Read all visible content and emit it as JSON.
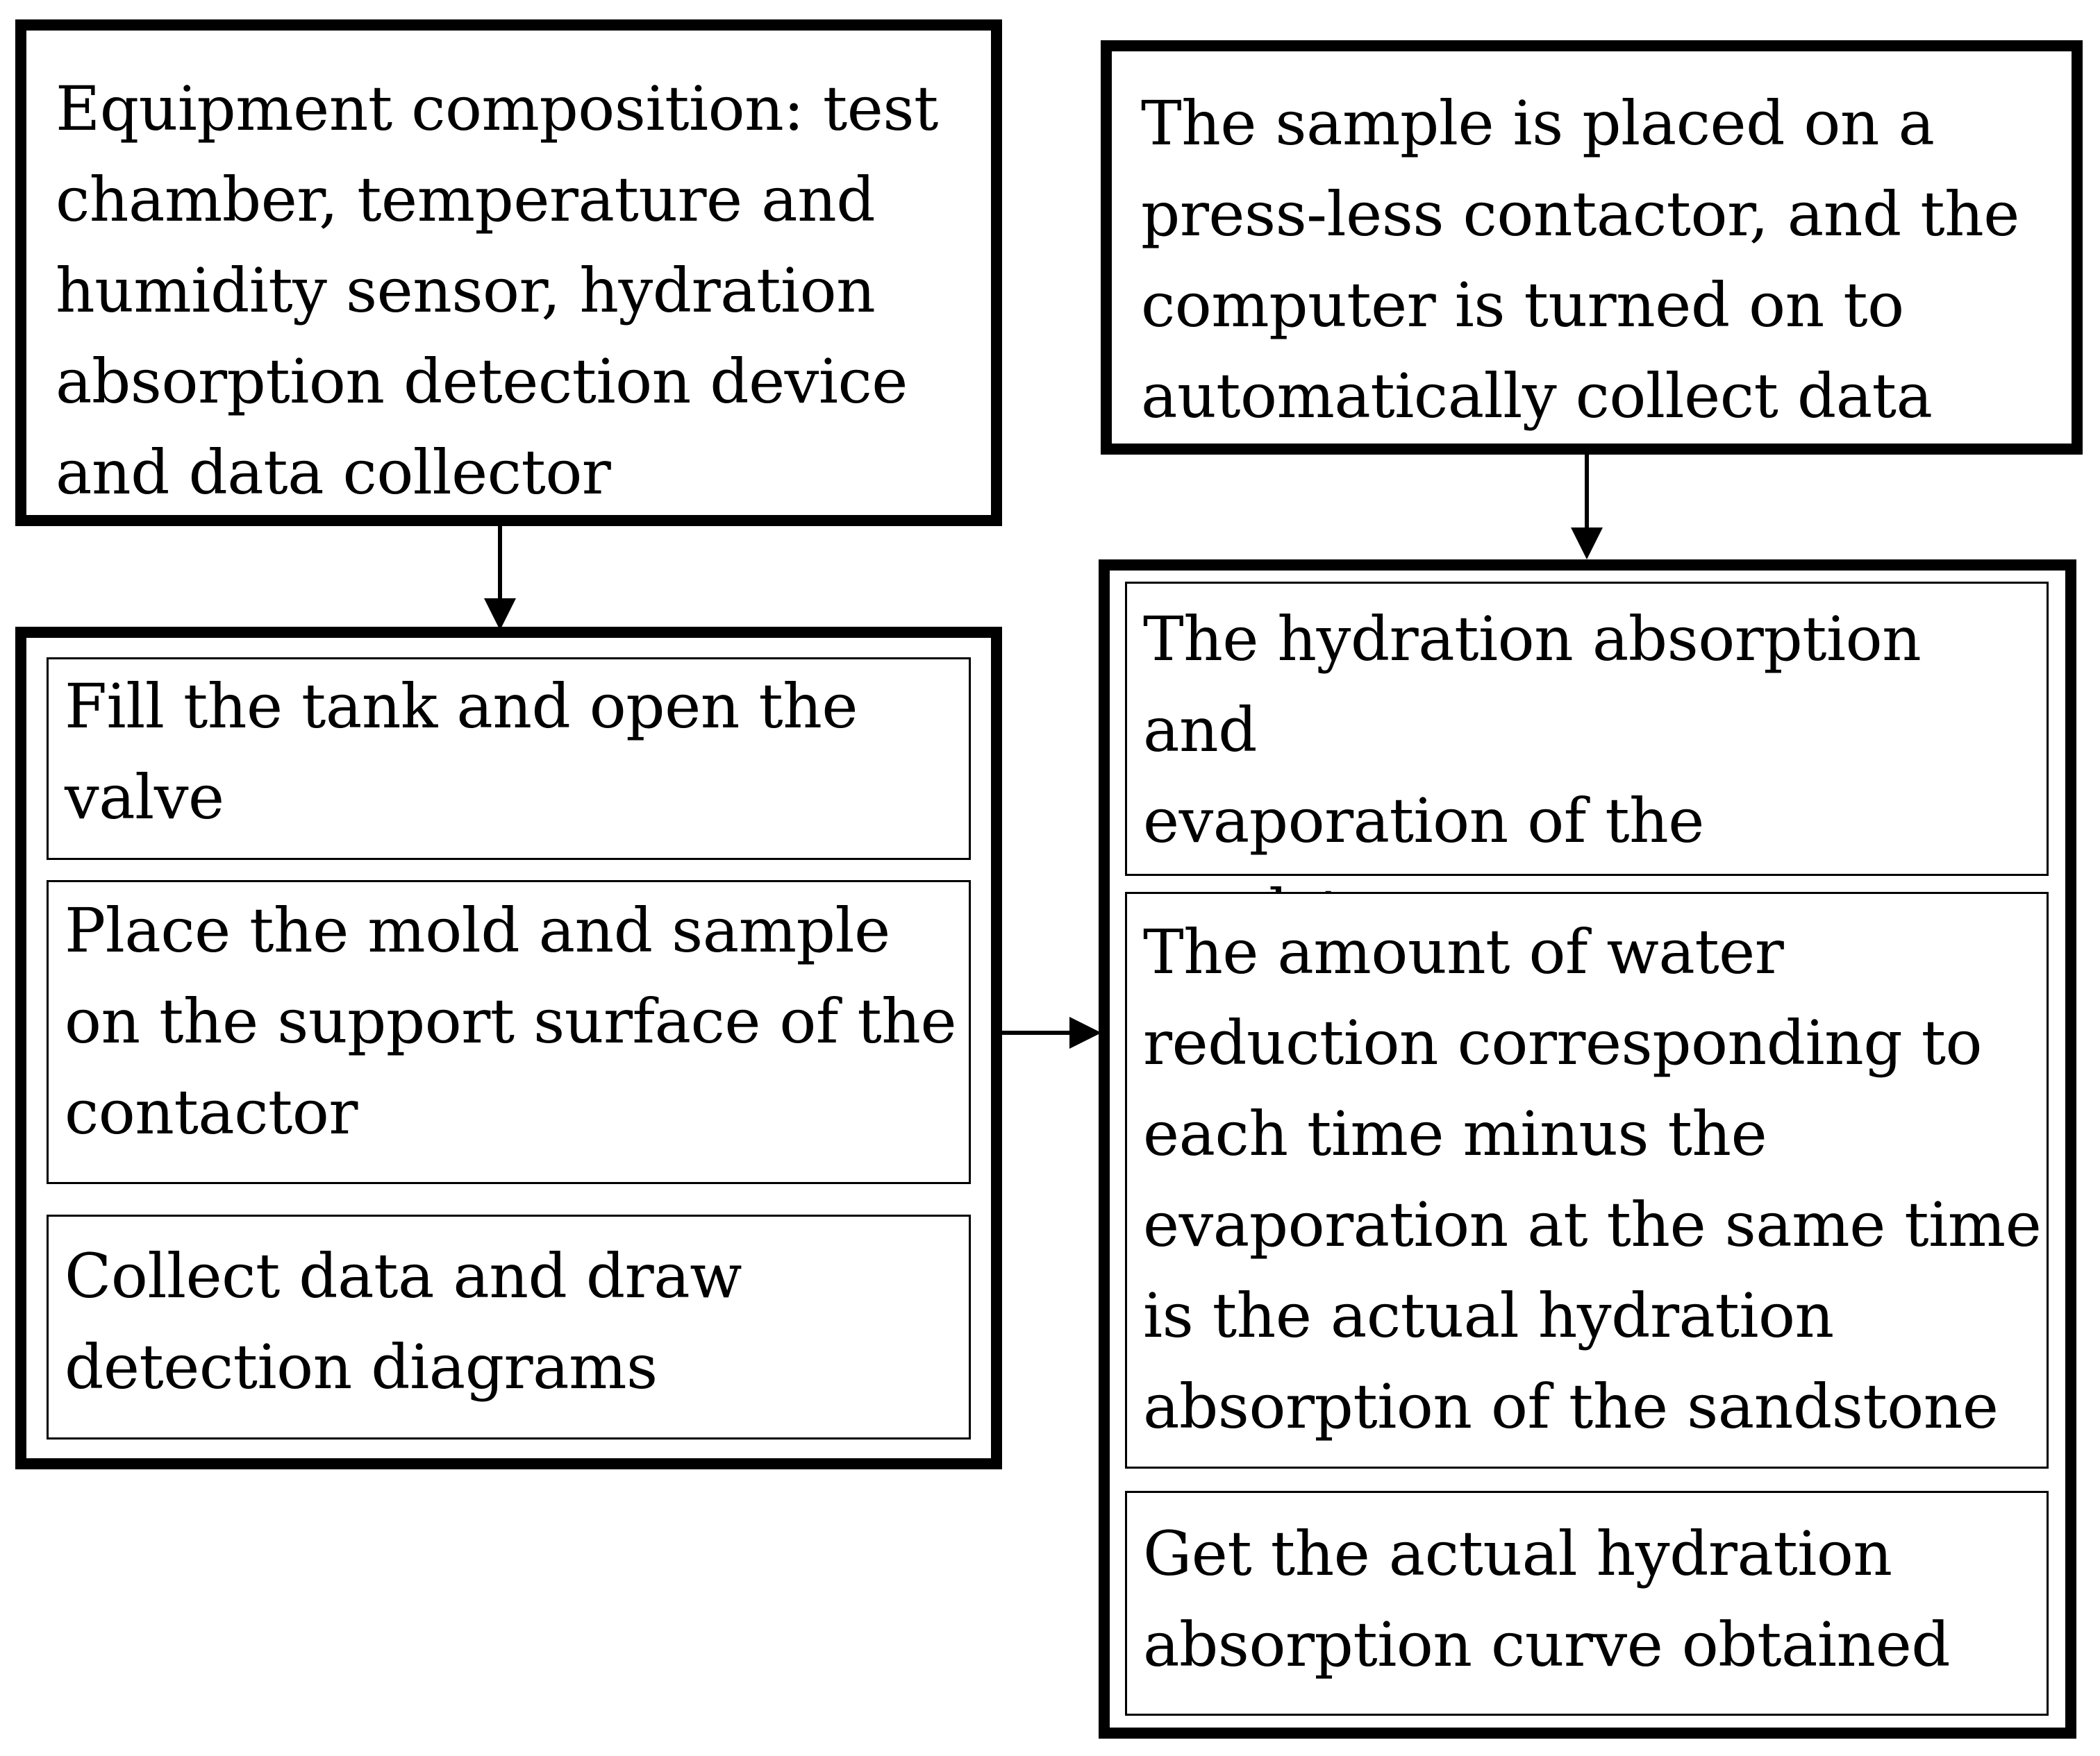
{
  "diagram": {
    "boxes": {
      "equipment": "Equipment composition: test\nchamber, temperature and\nhumidity sensor, hydration\nabsorption detection device\nand data collector",
      "sample_placed": "The sample is placed on a\npress-less contactor, and the\ncomputer is turned on to\nautomatically collect data"
    },
    "left_steps": [
      "Fill the tank and open the\nvalve",
      "Place the mold and sample\non the support surface of the\ncontactor",
      "Collect data and draw\ndetection diagrams"
    ],
    "right_steps": [
      "The hydration absorption and\nevaporation of the sandstones\nwere measured",
      "The amount of water\nreduction corresponding to\neach time minus the\nevaporation at the same time\nis the actual hydration\nabsorption of the sandstone",
      "Get the actual hydration\nabsorption curve obtained"
    ]
  }
}
